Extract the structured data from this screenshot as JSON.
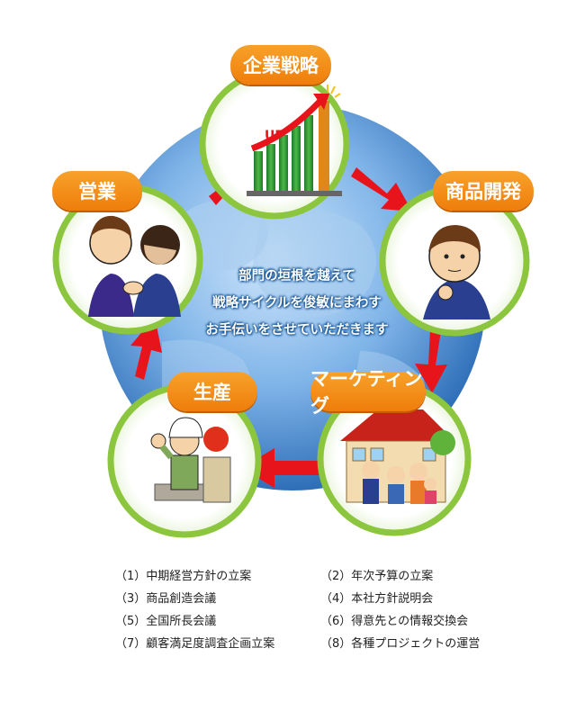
{
  "cycle": {
    "stages": [
      {
        "label": "企業戦略"
      },
      {
        "label": "商品開発"
      },
      {
        "label": "マーケティング"
      },
      {
        "label": "生産"
      },
      {
        "label": "営業"
      }
    ],
    "chart_badge": "UP",
    "center_lines": [
      "部門の垣根を越えて",
      "戦略サイクルを俊敏にまわす",
      "お手伝いをさせていただきます"
    ]
  },
  "items": [
    "（1）中期経営方針の立案",
    "（2）年次予算の立案",
    "（3）商品創造会議",
    "（4）本社方針説明会",
    "（5）全国所長会議",
    "（6）得意先との情報交換会",
    "（7）顧客満足度調査企画立案",
    "（8）各種プロジェクトの運営"
  ],
  "colors": {
    "label_orange": "#f08c16",
    "arrow_red": "#e8141c",
    "circle_green": "#8cc63f",
    "globe_blue": "#4a8fd6"
  }
}
